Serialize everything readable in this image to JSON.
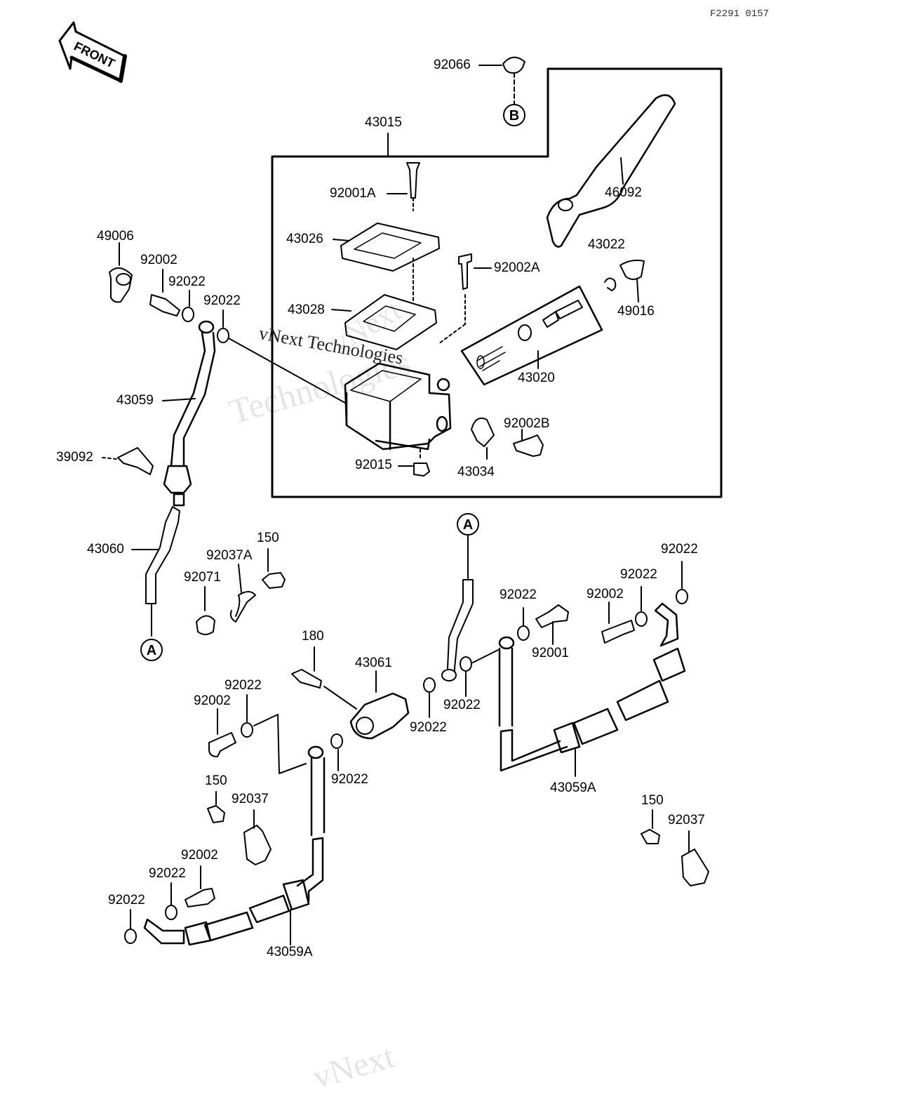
{
  "figure_code": "F2291 0157",
  "front_marker": "FRONT",
  "watermark": {
    "line1": "vNext",
    "line2": "vNext Technologies",
    "line3": "Technologies",
    "bottom": "vNext"
  },
  "callouts": {
    "A": "A",
    "B": "B"
  },
  "parts": {
    "p92066": "92066",
    "p43015": "43015",
    "p92001A": "92001A",
    "p43026": "43026",
    "p43028": "43028",
    "p92002A": "92002A",
    "p46092": "46092",
    "p43022": "43022",
    "p49016": "49016",
    "p43020": "43020",
    "p92002B": "92002B",
    "p43034": "43034",
    "p92015": "92015",
    "p49006": "49006",
    "p92002_a": "92002",
    "p92022_a": "92022",
    "p92022_b": "92022",
    "p43059": "43059",
    "p39092": "39092",
    "p43060": "43060",
    "p150_a": "150",
    "p92037A": "92037A",
    "p92071": "92071",
    "p180": "180",
    "p43061": "43061",
    "p92022_c": "92022",
    "p92002_b": "92002",
    "p92022_d": "92022",
    "p92022_e": "92022",
    "p92022_f": "92022",
    "p92022_g": "92022",
    "p92001": "92001",
    "p92002_c": "92002",
    "p92022_h": "92022",
    "p92022_i": "92022",
    "p43059A_a": "43059A",
    "p150_b": "150",
    "p92037_a": "92037",
    "p92002_d": "92002",
    "p92022_j": "92022",
    "p92022_k": "92022",
    "p43059A_b": "43059A",
    "p150_c": "150",
    "p92037_b": "92037"
  }
}
